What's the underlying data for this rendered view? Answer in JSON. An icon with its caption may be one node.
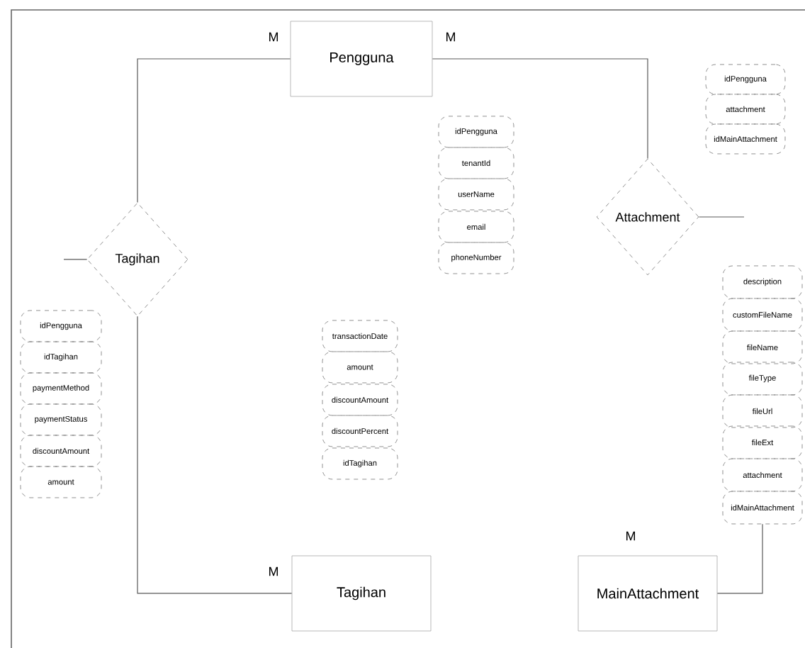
{
  "diagram": {
    "nodes": [
      {
        "text": [
          "Pengguna"
        ]
      },
      {
        "text": [
          "idPengguna"
        ]
      },
      {
        "text": [
          "attachment"
        ]
      },
      {
        "text": [
          "idMainAttachment"
        ]
      },
      {
        "text": [
          "idPengguna"
        ]
      },
      {
        "text": [
          "tenantId"
        ]
      },
      {
        "text": [
          "userName"
        ]
      },
      {
        "text": [
          "email"
        ]
      },
      {
        "text": [
          "phoneNumber"
        ]
      },
      {
        "text": [
          "Attachment"
        ]
      },
      {
        "text": [
          "Tagihan"
        ]
      },
      {
        "text": [
          "description"
        ]
      },
      {
        "text": [
          "customFileName"
        ]
      },
      {
        "text": [
          "fileName"
        ]
      },
      {
        "text": [
          "fileType"
        ]
      },
      {
        "text": [
          "fileUrl"
        ]
      },
      {
        "text": [
          "fileExt"
        ]
      },
      {
        "text": [
          "attachment"
        ]
      },
      {
        "text": [
          "idMainAttachment"
        ]
      },
      {
        "text": [
          "idPengguna"
        ]
      },
      {
        "text": [
          "idTagihan"
        ]
      },
      {
        "text": [
          "paymentMethod"
        ]
      },
      {
        "text": [
          "paymentStatus"
        ]
      },
      {
        "text": [
          "discountAmount"
        ]
      },
      {
        "text": [
          "amount"
        ]
      },
      {
        "text": [
          "transactionDate"
        ]
      },
      {
        "text": [
          "amount"
        ]
      },
      {
        "text": [
          "discountAmount"
        ]
      },
      {
        "text": [
          "discountPercent"
        ]
      },
      {
        "text": [
          "idTagihan"
        ]
      },
      {
        "text": [
          "Tagihan"
        ]
      },
      {
        "text": [
          "MainAttachment"
        ]
      }
    ],
    "edges": [
      {
        "from": 0,
        "to": 10,
        "arrow": "none"
      },
      {
        "from": 0,
        "to": 9,
        "arrow": "none"
      },
      {
        "from": 9,
        "to": null,
        "arrow": "none"
      },
      {
        "from": null,
        "to": 10,
        "arrow": "none"
      },
      {
        "from": 30,
        "to": 10,
        "arrow": "none"
      },
      {
        "from": 31,
        "to": 18,
        "arrow": "none"
      }
    ],
    "labels": [
      "M",
      "M",
      "M",
      "M"
    ]
  }
}
